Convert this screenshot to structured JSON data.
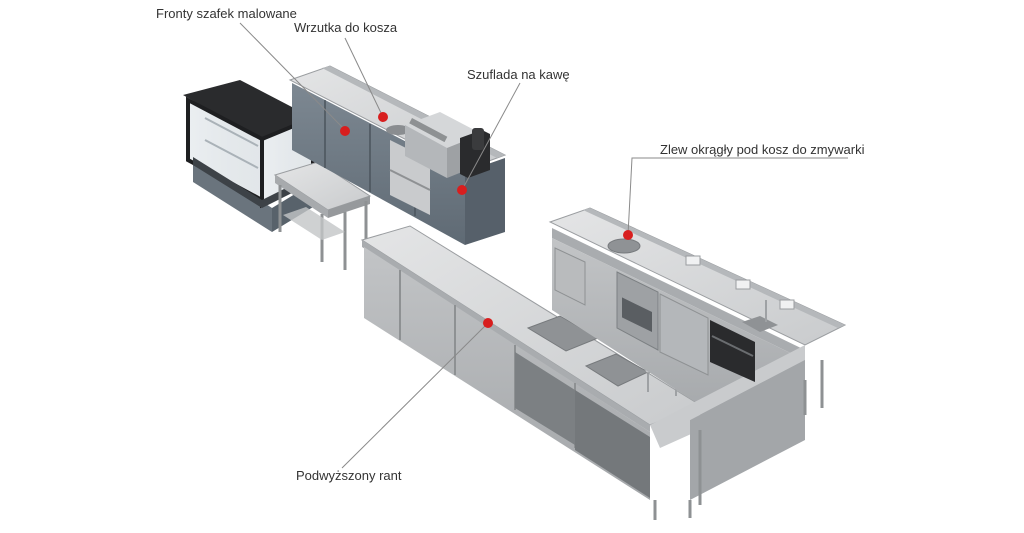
{
  "callouts": {
    "fronty": {
      "label": "Fronty szafek malowane"
    },
    "wrzutka": {
      "label": "Wrzutka do kosza"
    },
    "szuflada": {
      "label": "Szuflada na kawę"
    },
    "zlew": {
      "label": "Zlew okrągły pod kosz do zmywarki"
    },
    "rant": {
      "label": "Podwyższony rant"
    }
  },
  "colors": {
    "marker": "#d81e1e",
    "leader": "#8a8a8a",
    "steel_light": "#d8d9da",
    "steel_mid": "#b9bbbd",
    "steel_dark": "#8e9193",
    "painted_front": "#6f7a84",
    "black_frame": "#1e1f21"
  }
}
